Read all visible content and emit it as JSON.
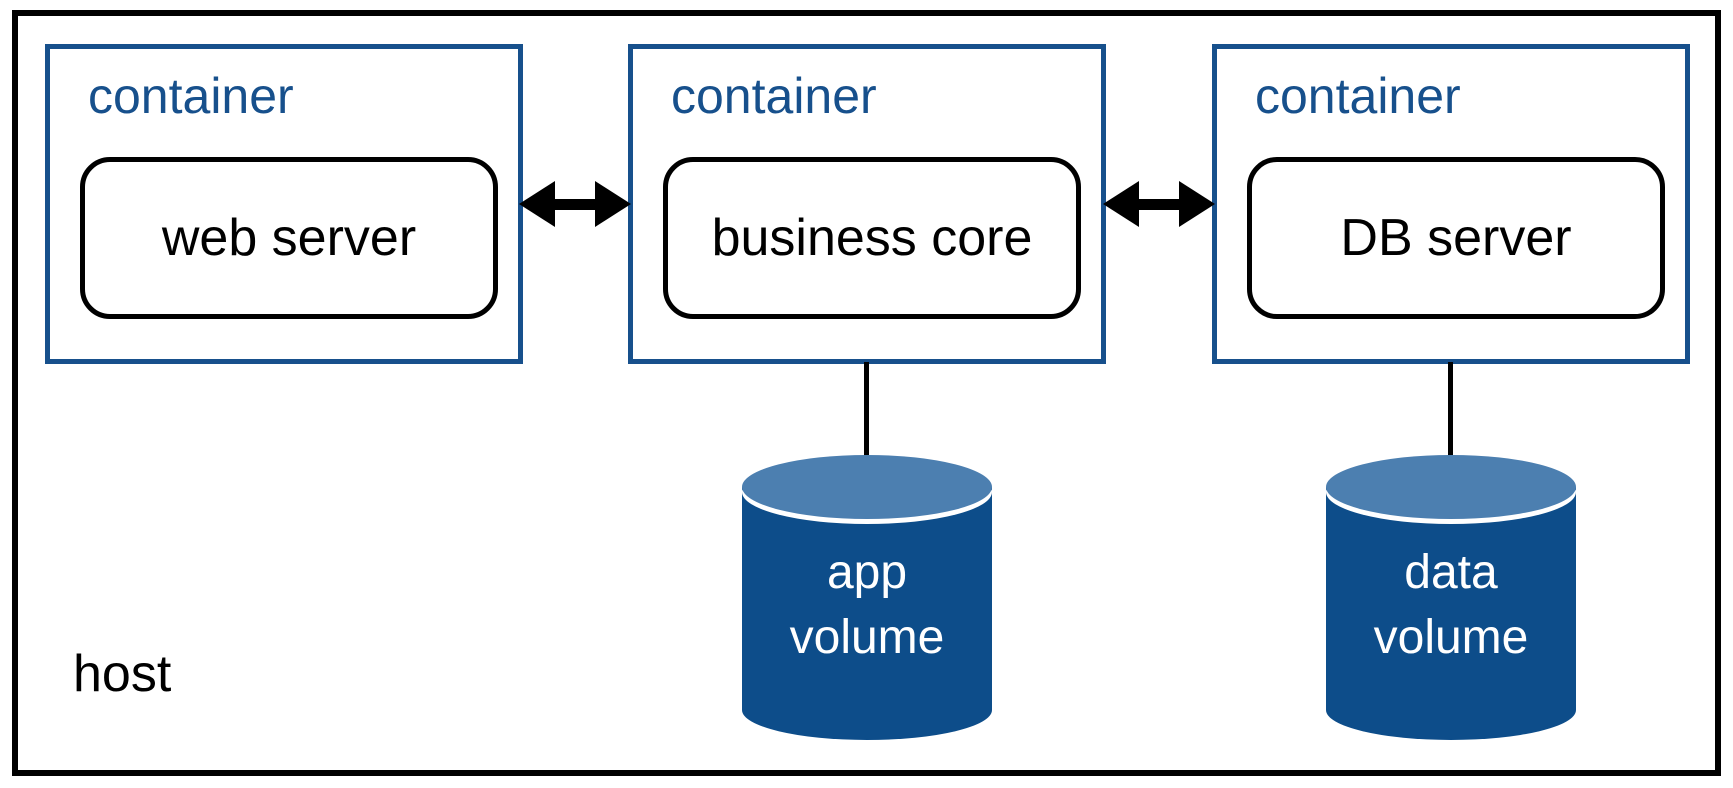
{
  "host": {
    "label": "host"
  },
  "containers": [
    {
      "label": "container",
      "node_label": "web server"
    },
    {
      "label": "container",
      "node_label": "business core"
    },
    {
      "label": "container",
      "node_label": "DB server"
    }
  ],
  "volumes": [
    {
      "lines": [
        "app",
        "volume"
      ]
    },
    {
      "lines": [
        "data",
        "volume"
      ]
    }
  ],
  "colors": {
    "container_border": "#17508c",
    "container_label_text": "#17508c",
    "cylinder_body": "#0d4d8a",
    "cylinder_top": "#4c7fb0",
    "line_and_text": "#000000",
    "volume_text": "#ffffff"
  }
}
